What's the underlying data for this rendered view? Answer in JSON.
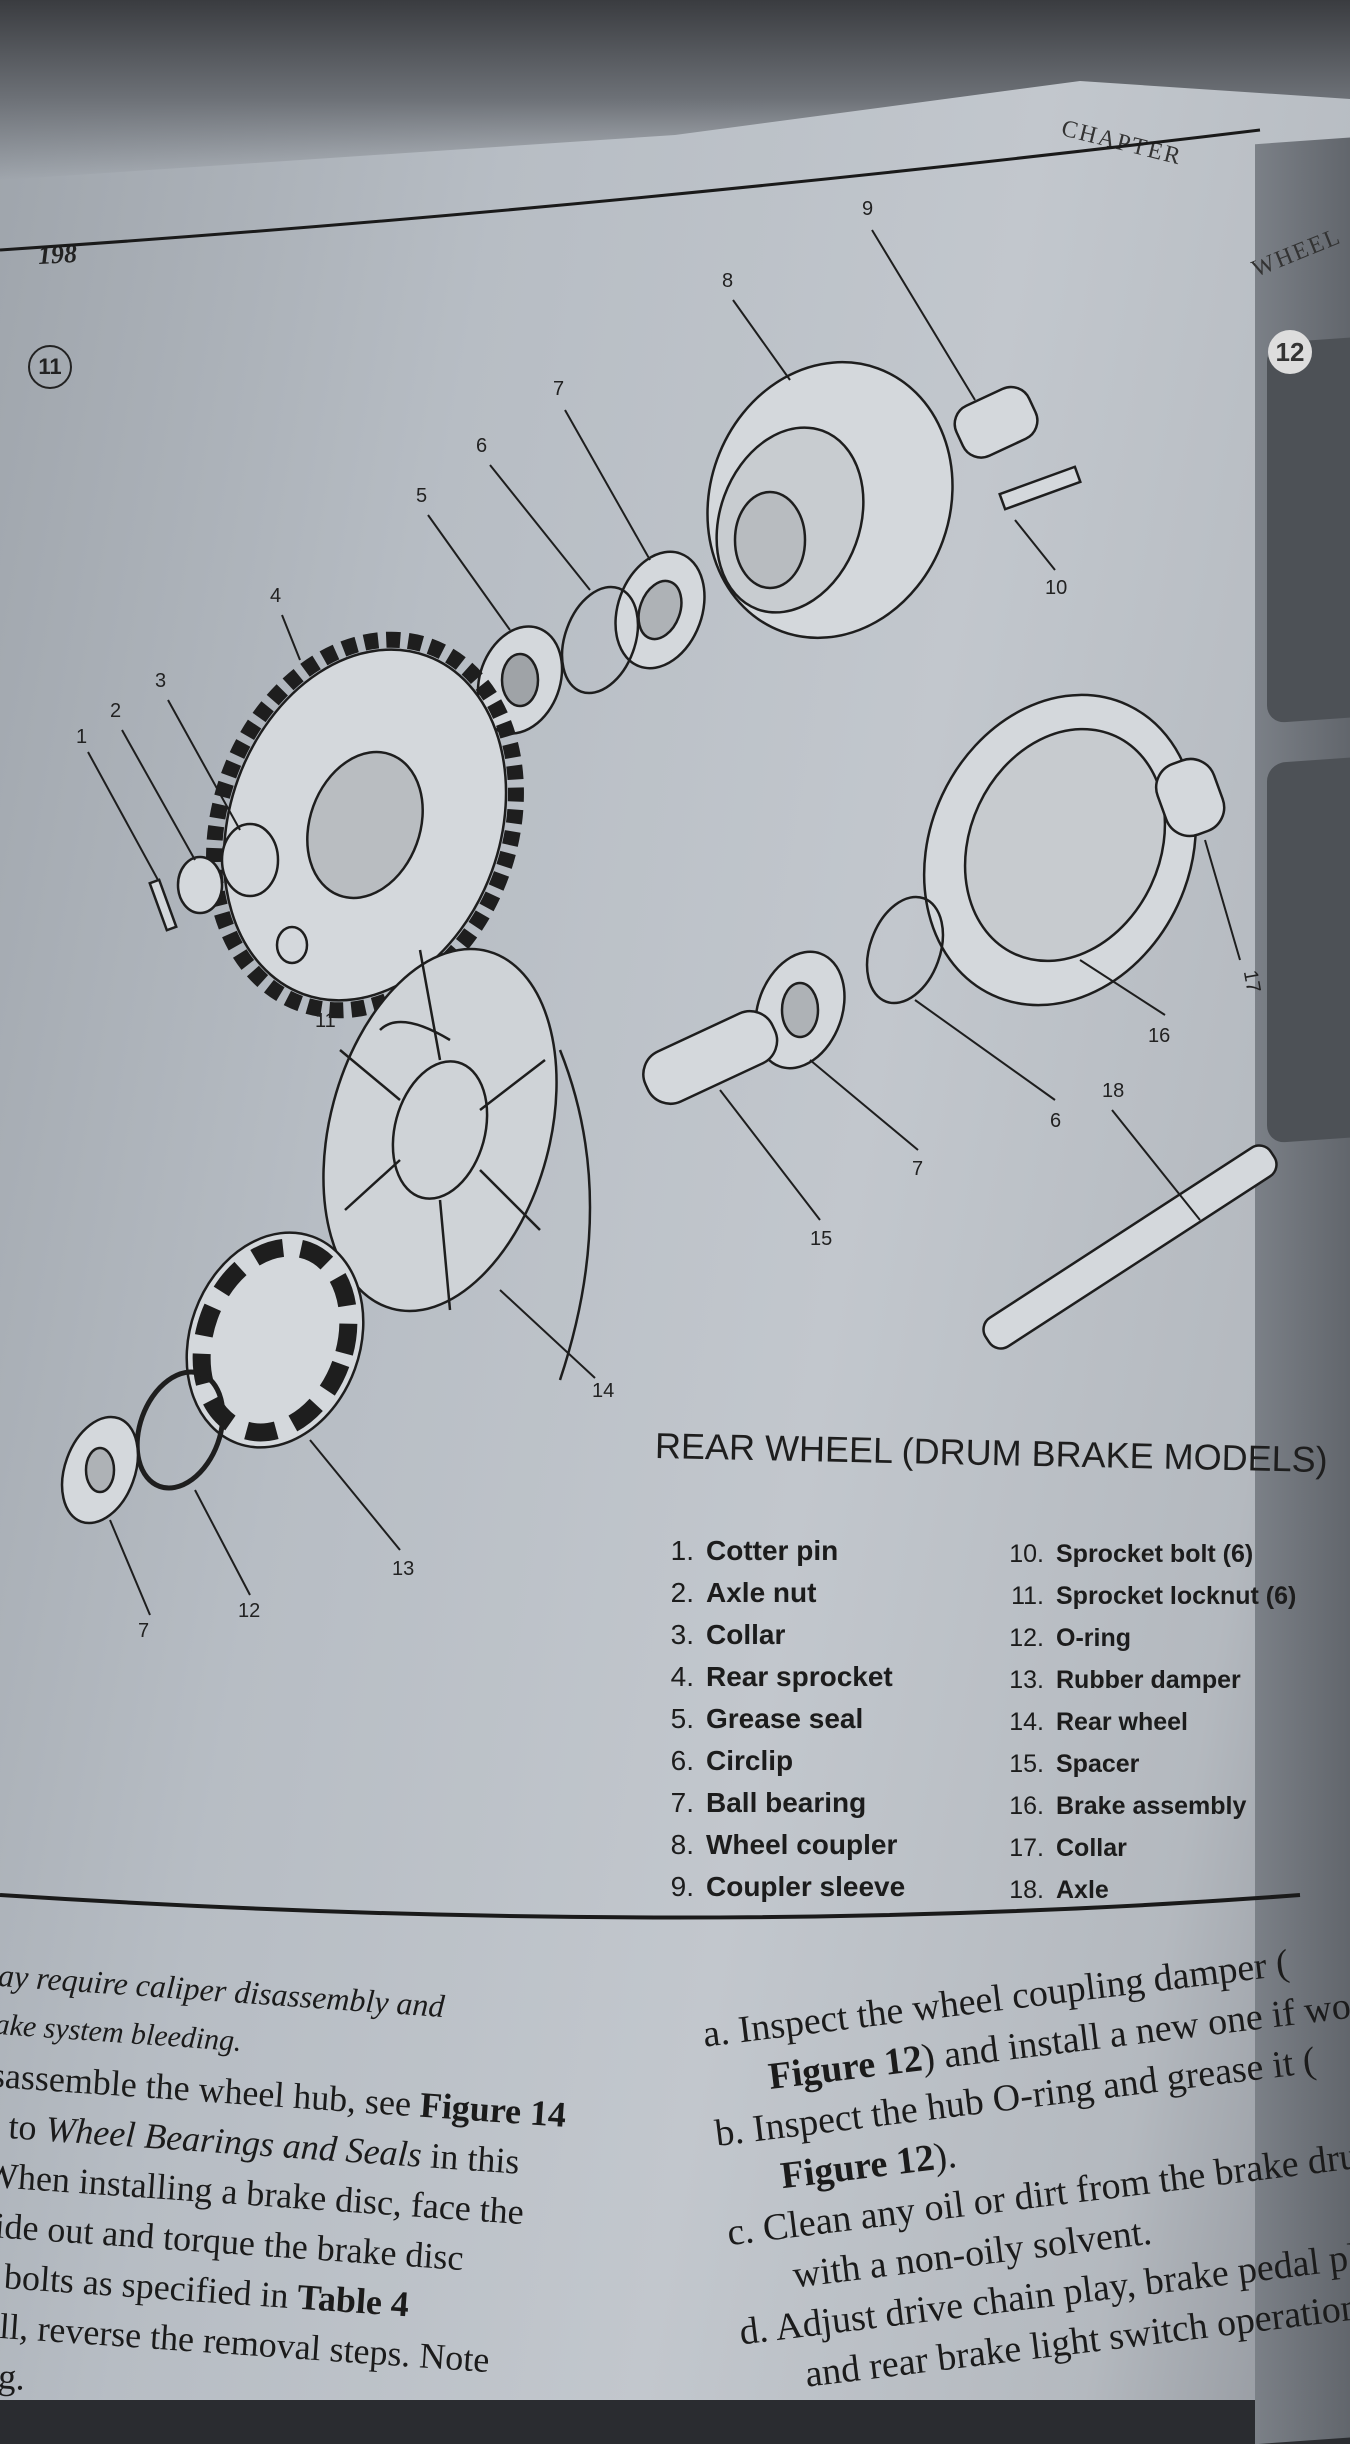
{
  "header": {
    "page_number": "198",
    "chapter": "CHAPTER",
    "section": "WHEEL",
    "next_figure_number": "12"
  },
  "figure": {
    "number": "11",
    "title": "REAR WHEEL (DRUM BRAKE MODELS)",
    "callouts": [
      "9",
      "8",
      "7",
      "6",
      "5",
      "4",
      "3",
      "2",
      "1",
      "10",
      "11",
      "16",
      "18",
      "6",
      "7",
      "15",
      "14",
      "13",
      "12",
      "7",
      "17"
    ],
    "legend_left": [
      {
        "n": "1.",
        "label": "Cotter pin"
      },
      {
        "n": "2.",
        "label": "Axle nut"
      },
      {
        "n": "3.",
        "label": "Collar"
      },
      {
        "n": "4.",
        "label": "Rear sprocket"
      },
      {
        "n": "5.",
        "label": "Grease seal"
      },
      {
        "n": "6.",
        "label": "Circlip"
      },
      {
        "n": "7.",
        "label": "Ball bearing"
      },
      {
        "n": "8.",
        "label": "Wheel coupler"
      },
      {
        "n": "9.",
        "label": "Coupler sleeve"
      }
    ],
    "legend_right": [
      {
        "n": "10.",
        "label": "Sprocket bolt (6)"
      },
      {
        "n": "11.",
        "label": "Sprocket locknut (6)"
      },
      {
        "n": "12.",
        "label": "O-ring"
      },
      {
        "n": "13.",
        "label": "Rubber damper"
      },
      {
        "n": "14.",
        "label": "Rear wheel"
      },
      {
        "n": "15.",
        "label": "Spacer"
      },
      {
        "n": "16.",
        "label": "Brake assembly"
      },
      {
        "n": "17.",
        "label": "Collar"
      },
      {
        "n": "18.",
        "label": "Axle"
      }
    ]
  },
  "left_column": {
    "l1": "ay require caliper disassembly and",
    "l2": "ake system bleeding.",
    "l3a": "sassemble the wheel hub, see ",
    "l3b": "Figure 14",
    "l4a": "r to ",
    "l4b": "Wheel Bearings and Seals",
    "l4c": " in this",
    "l5": "When installing a brake disc, face the",
    "l6": "side out and torque the brake disc",
    "l7a": "g bolts as specified in ",
    "l7b": "Table 4",
    ".l7c": ".",
    "l8": "tall, reverse the removal steps. Note",
    "l9": "ing."
  },
  "right_column": {
    "a1": "a. Inspect the wheel coupling damper (",
    "a2a": "Figure 12",
    "a2b": ") and install a new one if worn",
    "b1": "b. Inspect the hub O-ring and grease it (",
    "b2a": "Figure 12",
    "b2b": ").",
    "c1": "c. Clean any oil or dirt from the brake drum",
    "c2": "with a non-oily solvent.",
    "d1": "d. Adjust drive chain play, brake pedal play",
    "d2": "and rear brake light switch operation"
  }
}
